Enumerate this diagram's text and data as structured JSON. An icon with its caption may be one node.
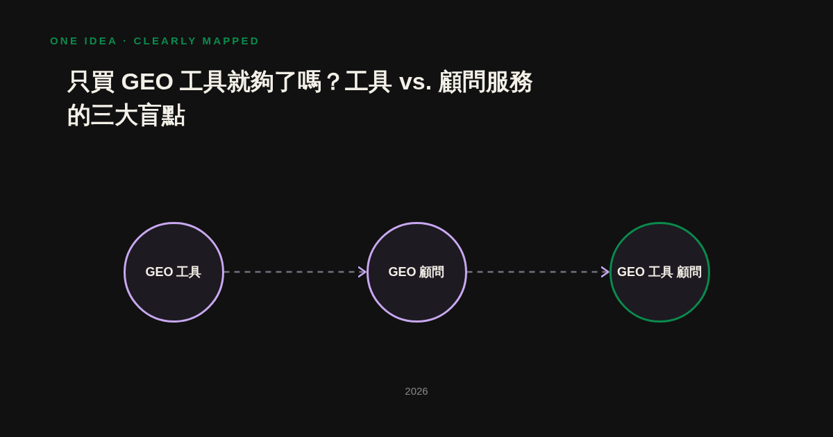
{
  "diagram": {
    "title": "只買 GEO 工具就夠了嗎？工具 vs. 顧問服務的三大盲點",
    "nodes": [
      {
        "text": [
          "GEO 工具"
        ]
      },
      {
        "text": [
          "GEO 顧問"
        ]
      },
      {
        "text": [
          "GEO 工具 顧問"
        ]
      }
    ],
    "edges": [
      {
        "from": 0,
        "to": 1,
        "arrow": "to",
        "style": "dashed"
      },
      {
        "from": 1,
        "to": 2,
        "arrow": "to",
        "style": "dashed"
      }
    ],
    "labels": [
      "ONE IDEA · CLEARLY MAPPED",
      "2026"
    ]
  }
}
